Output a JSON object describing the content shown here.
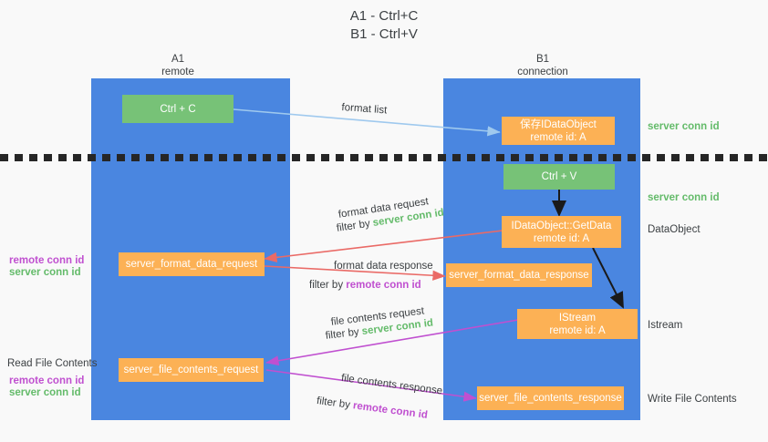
{
  "title": {
    "line1": "A1 - Ctrl+C",
    "line2": "B1 - Ctrl+V"
  },
  "columns": [
    {
      "name": "A1",
      "sublabel": "remote",
      "color": "#4a86e0"
    },
    {
      "name": "B1",
      "sublabel": "connection",
      "color": "#4a86e0"
    }
  ],
  "colors": {
    "lane": "#4a86e0",
    "green_box": "#77c277",
    "orange_box": "#fcb155",
    "server_conn_id": "#64bb6a",
    "remote_conn_id": "#c050d0",
    "arrow_format": "#9fc9ee",
    "arrow_data": "#ea6a66",
    "arrow_file": "#c050d0",
    "arrow_black": "#1a1a1a",
    "background": "#f9f9f9"
  },
  "boxes": {
    "ctrl_c": {
      "label": "Ctrl + C"
    },
    "ctrl_v": {
      "label": "Ctrl + V"
    },
    "save_idataobject": {
      "line1": "保存IDataObject",
      "line2": "remote id: A"
    },
    "getdata": {
      "line1": "IDataObject::GetData",
      "line2": "remote id: A"
    },
    "istream": {
      "line1": "IStream",
      "line2": "remote id: A"
    },
    "format_data_request": {
      "label": "server_format_data_request"
    },
    "format_data_response": {
      "label": "server_format_data_response"
    },
    "file_contents_request": {
      "label": "server_file_contents_request"
    },
    "file_contents_response": {
      "label": "server_file_contents_response"
    }
  },
  "arrow_labels": {
    "format_list": "format list",
    "format_data_request": "format data request",
    "format_data_request_filter_prefix": "filter by ",
    "format_data_request_filter_value": "server conn id",
    "format_data_response": "format data response",
    "format_data_response_filter_prefix": "filter by ",
    "format_data_response_filter_value": "remote conn id",
    "file_contents_request": "file contents request",
    "file_contents_request_filter_prefix": "filter by ",
    "file_contents_request_filter_value": "server conn id",
    "file_contents_response": "file contents response",
    "file_contents_response_filter_prefix": "filter by ",
    "file_contents_response_filter_value": "remote conn id"
  },
  "right_annotations": {
    "server_conn_id_top": "server conn id",
    "server_conn_id_mid": "server conn id",
    "dataobject": "DataObject",
    "istream": "Istream",
    "write_file_contents": "Write File Contents"
  },
  "left_annotations": {
    "mid_remote_conn_id": "remote conn id",
    "mid_server_conn_id": "server conn id",
    "read_file_contents": "Read File Contents",
    "low_remote_conn_id": "remote conn id",
    "low_server_conn_id": "server conn id"
  }
}
